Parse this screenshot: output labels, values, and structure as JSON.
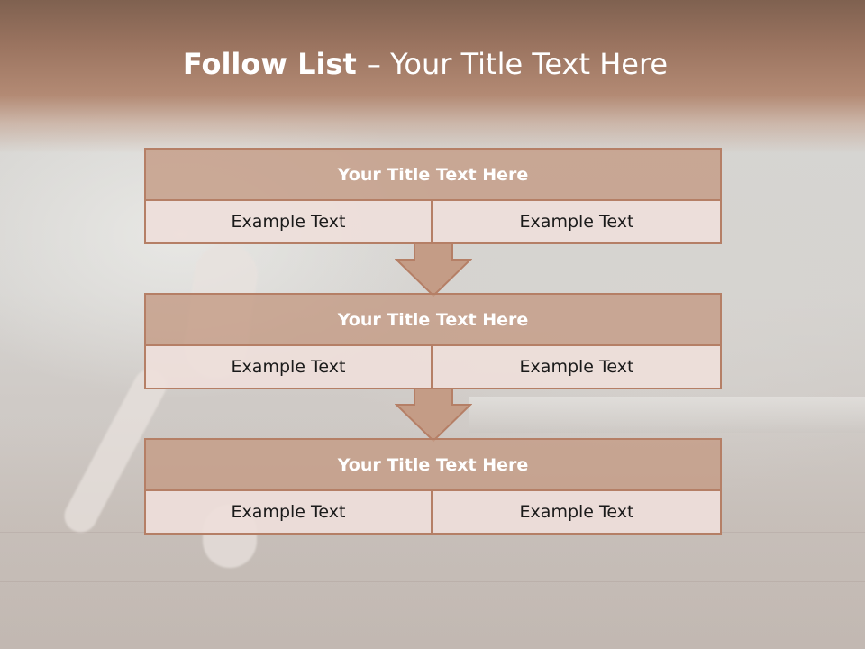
{
  "slide": {
    "title_bold": "Follow List ",
    "title_rest": " – Your Title Text Here",
    "colors": {
      "header_fill": "#c49c86",
      "cell_fill": "#eeded9",
      "border": "#b57f66",
      "top_band": "#9b7460"
    }
  },
  "steps": [
    {
      "title": "Your Title Text Here",
      "left": "Example Text",
      "right": "Example Text"
    },
    {
      "title": "Your Title Text Here",
      "left": "Example Text",
      "right": "Example Text"
    },
    {
      "title": "Your Title Text Here",
      "left": "Example Text",
      "right": "Example Text"
    }
  ],
  "connectors": [
    "down-arrow-icon",
    "down-arrow-icon"
  ]
}
